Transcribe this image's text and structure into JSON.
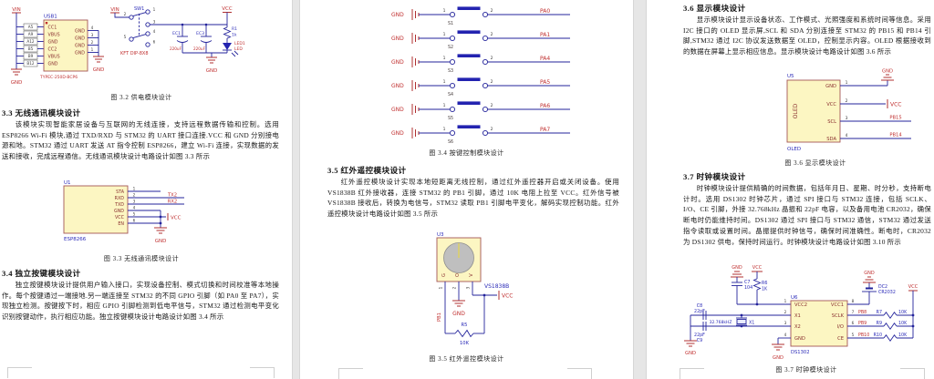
{
  "colors": {
    "page_gap": "#e6e6e6",
    "wire_blue": "#23239b",
    "symbol_red": "#b03030",
    "component_fill": "#fcf6c2",
    "component_border": "#a35656",
    "designator_blue": "#2b2bb8",
    "net_label_red": "#c03030"
  },
  "page1": {
    "fig32": {
      "usb": {
        "ref": "USB1",
        "part": "TYPEC-250D-BCP6",
        "vin": "VIN",
        "gnd": "GND",
        "pins_left": [
          "A5",
          "A9",
          "A12",
          "B5",
          "B9",
          "B12"
        ],
        "labels_left": [
          "CC1",
          "VBUS",
          "GND",
          "CC2",
          "VBUS",
          "GND"
        ],
        "labels_right": [
          "GND",
          "GND",
          "GND",
          "GND"
        ],
        "pins_right": [
          "4",
          "3",
          "2",
          "1"
        ]
      },
      "sw": {
        "ref": "SW1",
        "part": "KFT DIP-8X8",
        "vin": "VIN",
        "vcc": "VCC",
        "gnd": "GND",
        "nums": [
          "1",
          "2",
          "3",
          "4",
          "5",
          "6"
        ],
        "ec1": "EC1",
        "ec1_val": "220uF",
        "ec3": "EC3",
        "ec3_val": "220uF",
        "r1": "R1",
        "r1_val": "1k",
        "led_ref": "LED1",
        "led_val": "LED"
      },
      "caption": "图 3.2 供电模块设计"
    },
    "sec33": {
      "heading": "3.3 无线通讯模块设计",
      "body": "该模块实现智能家居设备与互联网的无线连接，支持远程数据传输和控制。选用 ESP8266 Wi-Fi 模块,通过 TXD/RXD 与 STM32 的 UART 接口连接.VCC 和 GND 分别接电源和地。STM32 通过 UART 发送 AT 指令控制 ESP8266，建立 Wi-Fi 连接，实现数据的发送和接收，完成远程通信。无线通讯模块设计电路设计如图 3.3 所示"
    },
    "fig33": {
      "ref": "U1",
      "part": "ESP8266",
      "pins": [
        "STA",
        "RXD",
        "TXD",
        "GND",
        "VCC",
        "EN"
      ],
      "nums": [
        "1",
        "2",
        "3",
        "4",
        "5",
        "6"
      ],
      "tx": "TX2",
      "rx": "RX2",
      "vcc": "VCC",
      "gnd": "GND",
      "caption": "图 3.3 无线通讯模块设计"
    },
    "sec34": {
      "heading": "3.4 独立按键模块设计",
      "body": "独立按键模块设计提供用户输入接口，实现设备控制、模式切换和时间校准等本地操作。每个按键通过一端接地.另一端连接至 STM32 的不同 GPIO 引脚（如 PA0 至 PA7），实现独立检测。按键按下时，相应 GPIO 引脚检测到低电平信号，STM32 通过检测电平变化识别按键动作，执行相应功能。独立按键模块设计电路设计如图 3.4 所示"
    }
  },
  "page2": {
    "fig34": {
      "gnd": "GND",
      "pin1": "1",
      "pin2": "2",
      "rows": [
        {
          "sw": "S1",
          "net": "PA0"
        },
        {
          "sw": "S2",
          "net": "PA1"
        },
        {
          "sw": "S3",
          "net": "PA4"
        },
        {
          "sw": "S4",
          "net": "PA5"
        },
        {
          "sw": "S5",
          "net": "PA6"
        },
        {
          "sw": "S6",
          "net": "PA7"
        }
      ],
      "caption": "图 3.4 按键控制模块设计"
    },
    "sec35": {
      "heading": "3.5 红外遥控模块设计",
      "body": "红外遥控模块设计实现本地短距离无线控制，通过红外遥控器开启或关闭设备。使用 VS1838B 红外接收器，连接 STM32 的 PB1 引脚，通过 10K 电阻上拉至 VCC。红外信号被 VS1838B 接收后，转换为电信号，STM32 读取 PB1 引脚电平变化，解码实现控制功能。红外遥控模块设计电路设计如图 3.5 所示"
    },
    "fig35": {
      "ref": "U3",
      "part": "VS1838B",
      "pins": [
        "G",
        "O",
        "V"
      ],
      "nums": [
        "1",
        "2",
        "3"
      ],
      "net": "PB1",
      "r_ref": "R5",
      "r_val": "10K",
      "vcc": "VCC",
      "gnd": "GND",
      "caption": "图 3.5 红外遥控模块设计"
    }
  },
  "page3": {
    "sec36": {
      "heading": "3.6 显示模块设计",
      "body": "显示模块设计显示设备状态、工作模式、光照强度和系统时间等信息。采用 I2C 接口的 OLED 显示屏,SCL 和 SDA 分别连接至 STM32 的 PB15 和 PB14 引脚,STM32 通过 I2C 协议发送数据至 OLED，控制显示内容。OLED 根据接收到的数据在屏幕上显示相应信息。显示模块设计电路设计如图 3.6 所示"
    },
    "fig36": {
      "ref": "U5",
      "part": "OLED",
      "chip": "OLED",
      "pins": [
        "GND",
        "VCC",
        "SCL",
        "SDA"
      ],
      "nums": [
        "1",
        "2",
        "3",
        "4"
      ],
      "gnd": "GND",
      "vcc": "VCC",
      "scl_net": "PB15",
      "sda_net": "PB14",
      "caption": "图 3.6 显示模块设计"
    },
    "sec37": {
      "heading": "3.7 时钟模块设计",
      "body": "时钟模块设计提供精确的时间数据，包括年月日、星期、时分秒，支持断电计时。选用 DS1302 时钟芯片，通过 SPI 接口与 STM32 连接，包括 SCLK、I/O、CE 引脚，外接 32.768kHz 晶振和 22pF 电容，以及备用电池 CR2032，确保断电时仍能维持时间。DS1302 通过 SPI 接口与 STM32 通信，STM32 通过发送指令读取或设置时间。晶振提供时钟信号，确保时间准确性。断电时，CR2032 为 DS1302 供电，保持时间运行。时钟模块设计电路设计如图 3.10 所示"
    },
    "fig37": {
      "ref": "U6",
      "part": "DS1302",
      "pins_left": [
        "VCC2",
        "X1",
        "X2",
        "GND"
      ],
      "nums_left": [
        "1",
        "2",
        "3",
        "4"
      ],
      "pins_right": [
        "VCC1",
        "SCLK",
        "I/O",
        "CE"
      ],
      "nums_right": [
        "8",
        "7",
        "6",
        "5"
      ],
      "c7": "C7",
      "c7_val": "104",
      "r6": "R6",
      "r6_val": "1K",
      "c8": "C8",
      "c8_val": "22pF",
      "c9": "C9",
      "c9_val": "22pF",
      "xtal": "X1",
      "xtal_val": "32.768kHZ",
      "bat_ref": "DC2",
      "bat_val": "CR2032",
      "nets": [
        {
          "net": "PB8",
          "r": "R7",
          "val": "10K"
        },
        {
          "net": "PB9",
          "r": "R9",
          "val": "10K"
        },
        {
          "net": "PB10",
          "r": "R10",
          "val": "10K"
        }
      ],
      "vcc": "VCC",
      "gnd": "GND",
      "caption": "图 3.7 时钟模块设计"
    }
  }
}
